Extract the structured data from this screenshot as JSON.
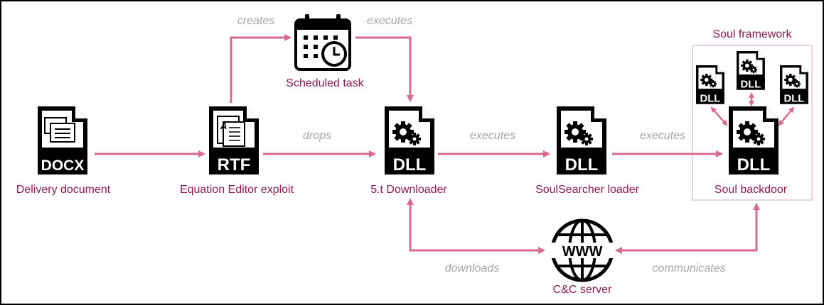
{
  "colors": {
    "arrow": "#d9698f",
    "node_label": "#8b1a4f",
    "edge_label": "#a6a6a6",
    "icon": "#000000",
    "framework_border": "#e3c9d3"
  },
  "nodes": {
    "delivery": {
      "label": "Delivery document",
      "icon_text": "DOCX",
      "icon": "docx-file-icon"
    },
    "exploit": {
      "label": "Equation Editor exploit",
      "icon_text": "RTF",
      "icon": "rtf-file-icon"
    },
    "task": {
      "label": "Scheduled task",
      "icon": "calendar-clock-icon"
    },
    "downloader": {
      "label": "5.t Downloader",
      "icon_text": "DLL",
      "icon": "dll-file-icon"
    },
    "loader": {
      "label": "SoulSearcher loader",
      "icon_text": "DLL",
      "icon": "dll-file-icon"
    },
    "backdoor": {
      "label": "Soul backdoor",
      "icon_text": "DLL",
      "icon": "dll-file-icon"
    },
    "cc": {
      "label": "C&C server",
      "icon_text": "WWW",
      "icon": "globe-www-icon"
    }
  },
  "framework": {
    "title": "Soul framework",
    "plugin_text": "DLL"
  },
  "edges": {
    "creates": "creates",
    "executes_task": "executes",
    "drops": "drops",
    "executes_loader": "executes",
    "executes_backdoor": "executes",
    "downloads": "downloads",
    "communicates": "communicates"
  }
}
